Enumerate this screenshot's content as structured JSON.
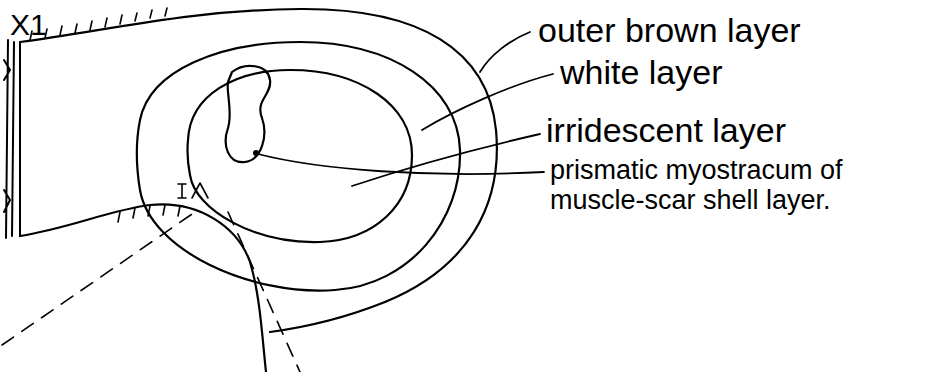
{
  "diagram": {
    "labels": [
      "X1",
      "outer brown layer",
      "white layer",
      "irridescent layer",
      "prismatic myostracum of muscle-scar shell layer."
    ]
  }
}
